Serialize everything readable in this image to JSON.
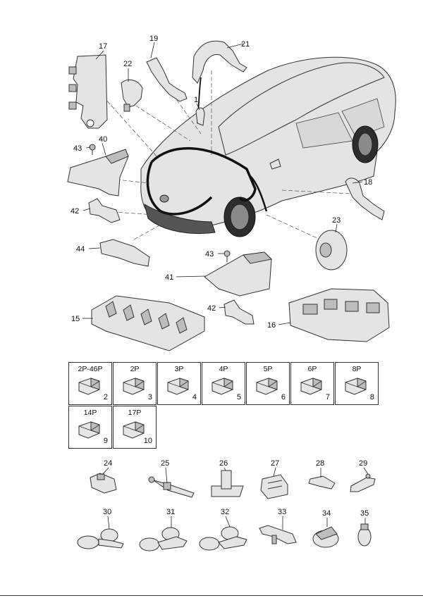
{
  "callouts": {
    "p1": "1",
    "p15": "15",
    "p16": "16",
    "p17": "17",
    "p18": "18",
    "p19": "19",
    "p21": "21",
    "p22": "22",
    "p23": "23",
    "p24": "24",
    "p25": "25",
    "p26": "26",
    "p27": "27",
    "p28": "28",
    "p29": "29",
    "p30": "30",
    "p31": "31",
    "p32": "32",
    "p33": "33",
    "p34": "34",
    "p35": "35",
    "p40": "40",
    "p41": "41",
    "p42a": "42",
    "p42b": "42",
    "p43a": "43",
    "p43b": "43",
    "p44": "44"
  },
  "connectors": [
    {
      "label": "2P-46P",
      "num": "2"
    },
    {
      "label": "2P",
      "num": "3"
    },
    {
      "label": "3P",
      "num": "4"
    },
    {
      "label": "4P",
      "num": "5"
    },
    {
      "label": "5P",
      "num": "6"
    },
    {
      "label": "6P",
      "num": "7"
    },
    {
      "label": "8P",
      "num": "8"
    },
    {
      "label": "14P",
      "num": "9"
    },
    {
      "label": "17P",
      "num": "10"
    }
  ]
}
